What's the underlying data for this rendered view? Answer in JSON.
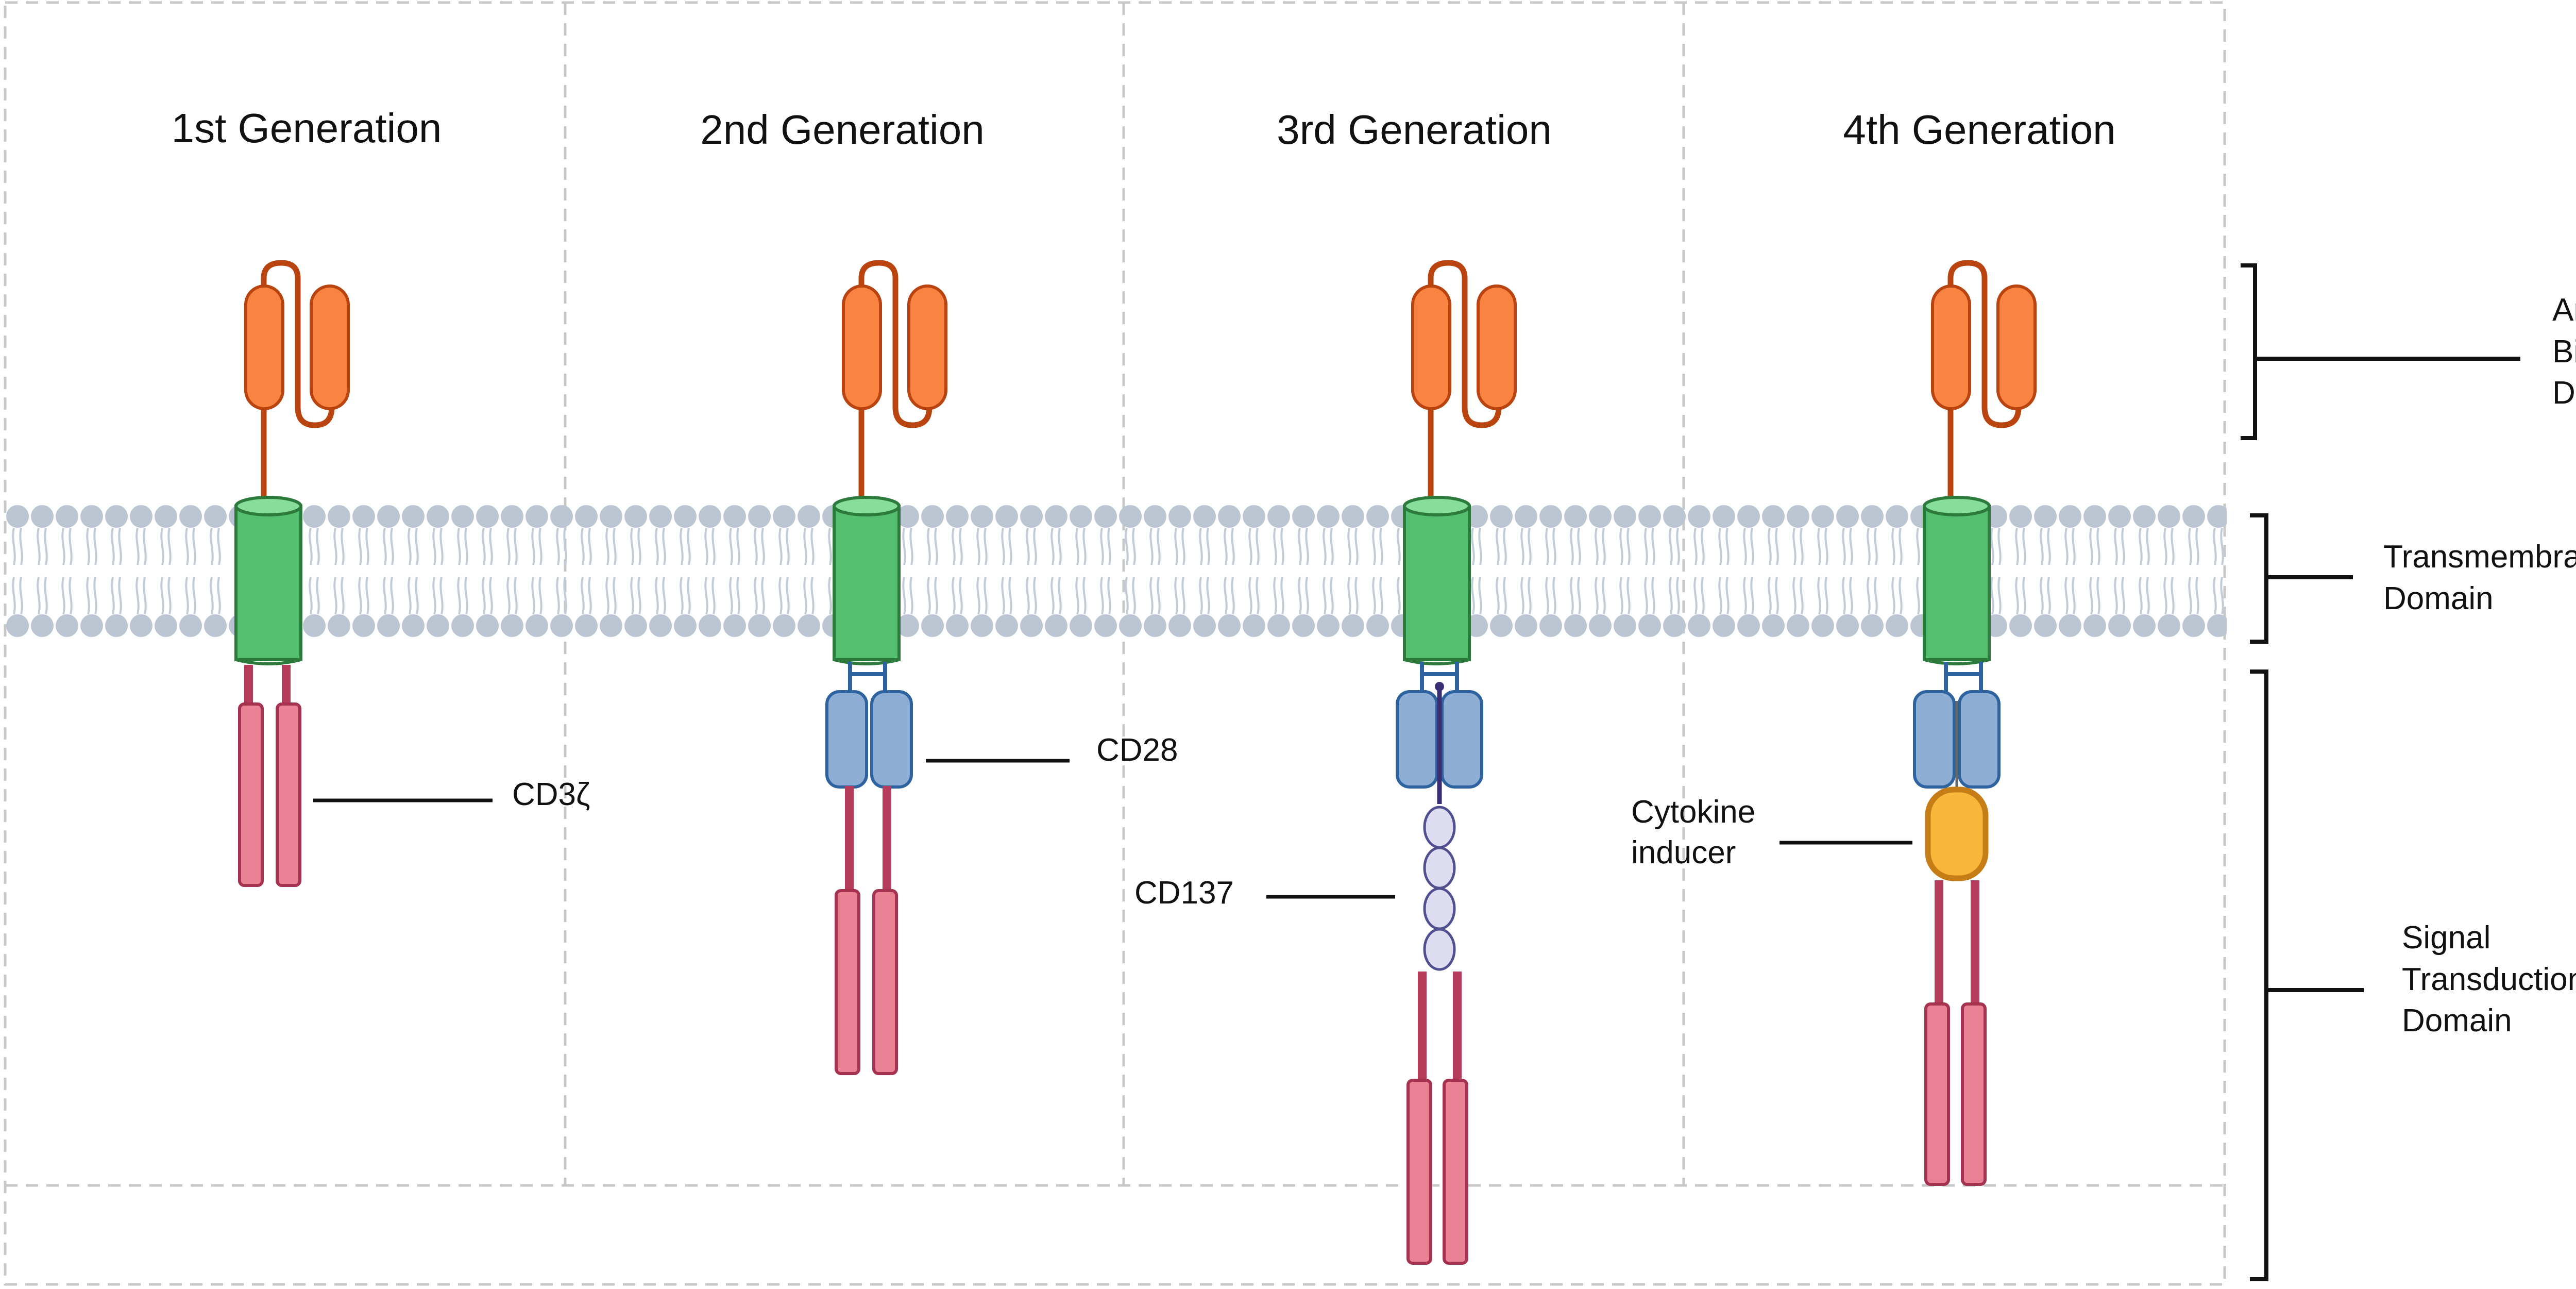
{
  "generations": [
    {
      "title": "1st Generation"
    },
    {
      "title": "2nd Generation"
    },
    {
      "title": "3rd Generation"
    },
    {
      "title": "4th Generation"
    }
  ],
  "annotations": {
    "cd3z": "CD3ζ",
    "cd28": "CD28",
    "cd137": "CD137",
    "cytokine_line1": "Cytokine",
    "cytokine_line2": "inducer"
  },
  "domains": {
    "antigen": [
      "Antigen",
      "Binding",
      "Domain"
    ],
    "transmembrane": [
      "Transmembrane",
      "Domain"
    ],
    "signal": [
      "Signal",
      "Transduction",
      "Domain"
    ]
  },
  "colors": {
    "scfv_fill": "#f98441",
    "scfv_stroke": "#b9440f",
    "tm_fill": "#53bf6f",
    "tm_stroke": "#2c7a3c",
    "tm_top": "#86dd9c",
    "cd28_fill": "#8eaed6",
    "cd28_stroke": "#2f63a0",
    "cd3z_fill": "#ea8296",
    "cd3z_stroke": "#a5334f",
    "cd137_fill": "#dedcf0",
    "cd137_stroke": "#505090",
    "cytokine_fill": "#f8b63a",
    "cytokine_stroke": "#c77d15",
    "lipid_head": "#bcc6d3",
    "lipid_tail": "#c3cbd6"
  }
}
